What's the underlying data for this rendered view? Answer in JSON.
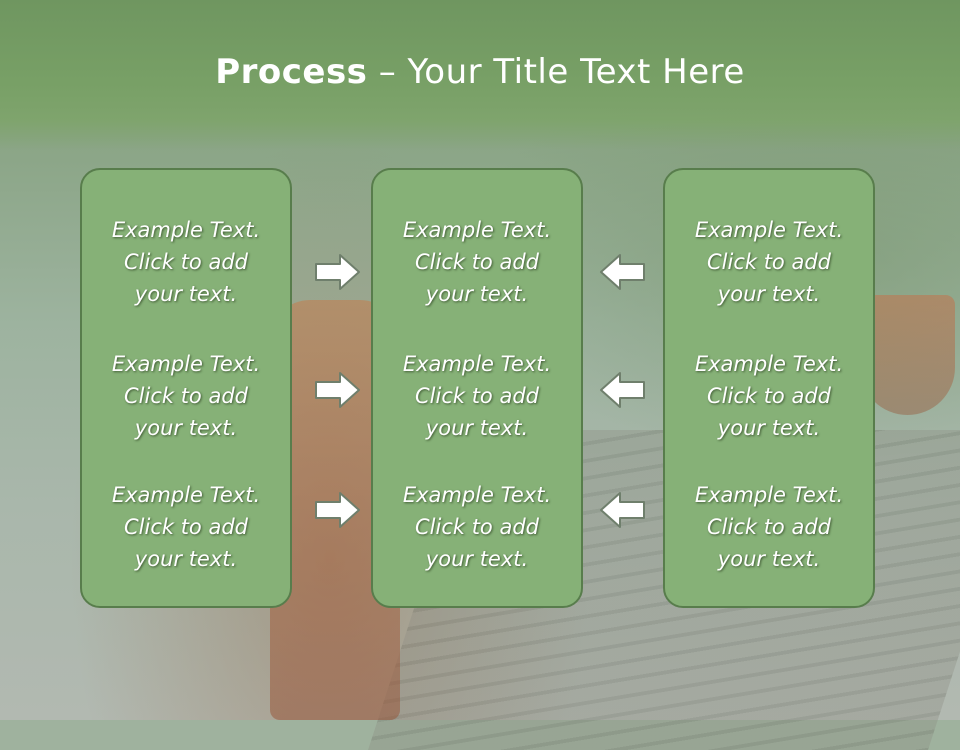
{
  "slide": {
    "title_bold": "Process",
    "title_rest": " – Your Title Text Here"
  },
  "panels": [
    {
      "items": [
        {
          "line1": "Example Text.",
          "line2": "Click  to add",
          "line3": "your text."
        },
        {
          "line1": "Example Text.",
          "line2": "Click  to add",
          "line3": "your text."
        },
        {
          "line1": "Example Text.",
          "line2": "Click  to add",
          "line3": "your text."
        }
      ]
    },
    {
      "items": [
        {
          "line1": "Example Text.",
          "line2": "Click  to add",
          "line3": "your text."
        },
        {
          "line1": "Example Text.",
          "line2": "Click  to add",
          "line3": "your text."
        },
        {
          "line1": "Example Text.",
          "line2": "Click  to add",
          "line3": "your text."
        }
      ]
    },
    {
      "items": [
        {
          "line1": "Example Text.",
          "line2": "Click  to add",
          "line3": "your text."
        },
        {
          "line1": "Example Text.",
          "line2": "Click  to add",
          "line3": "your text."
        },
        {
          "line1": "Example Text.",
          "line2": "Click  to add",
          "line3": "your text."
        }
      ]
    }
  ],
  "arrows": {
    "left_column": [
      "right-arrow-icon",
      "right-arrow-icon",
      "right-arrow-icon"
    ],
    "right_column": [
      "left-arrow-icon",
      "left-arrow-icon",
      "left-arrow-icon"
    ]
  },
  "colors": {
    "header": "#78a066",
    "panel_fill": "#86b177",
    "panel_border": "#587d4c",
    "text": "#ffffff"
  }
}
